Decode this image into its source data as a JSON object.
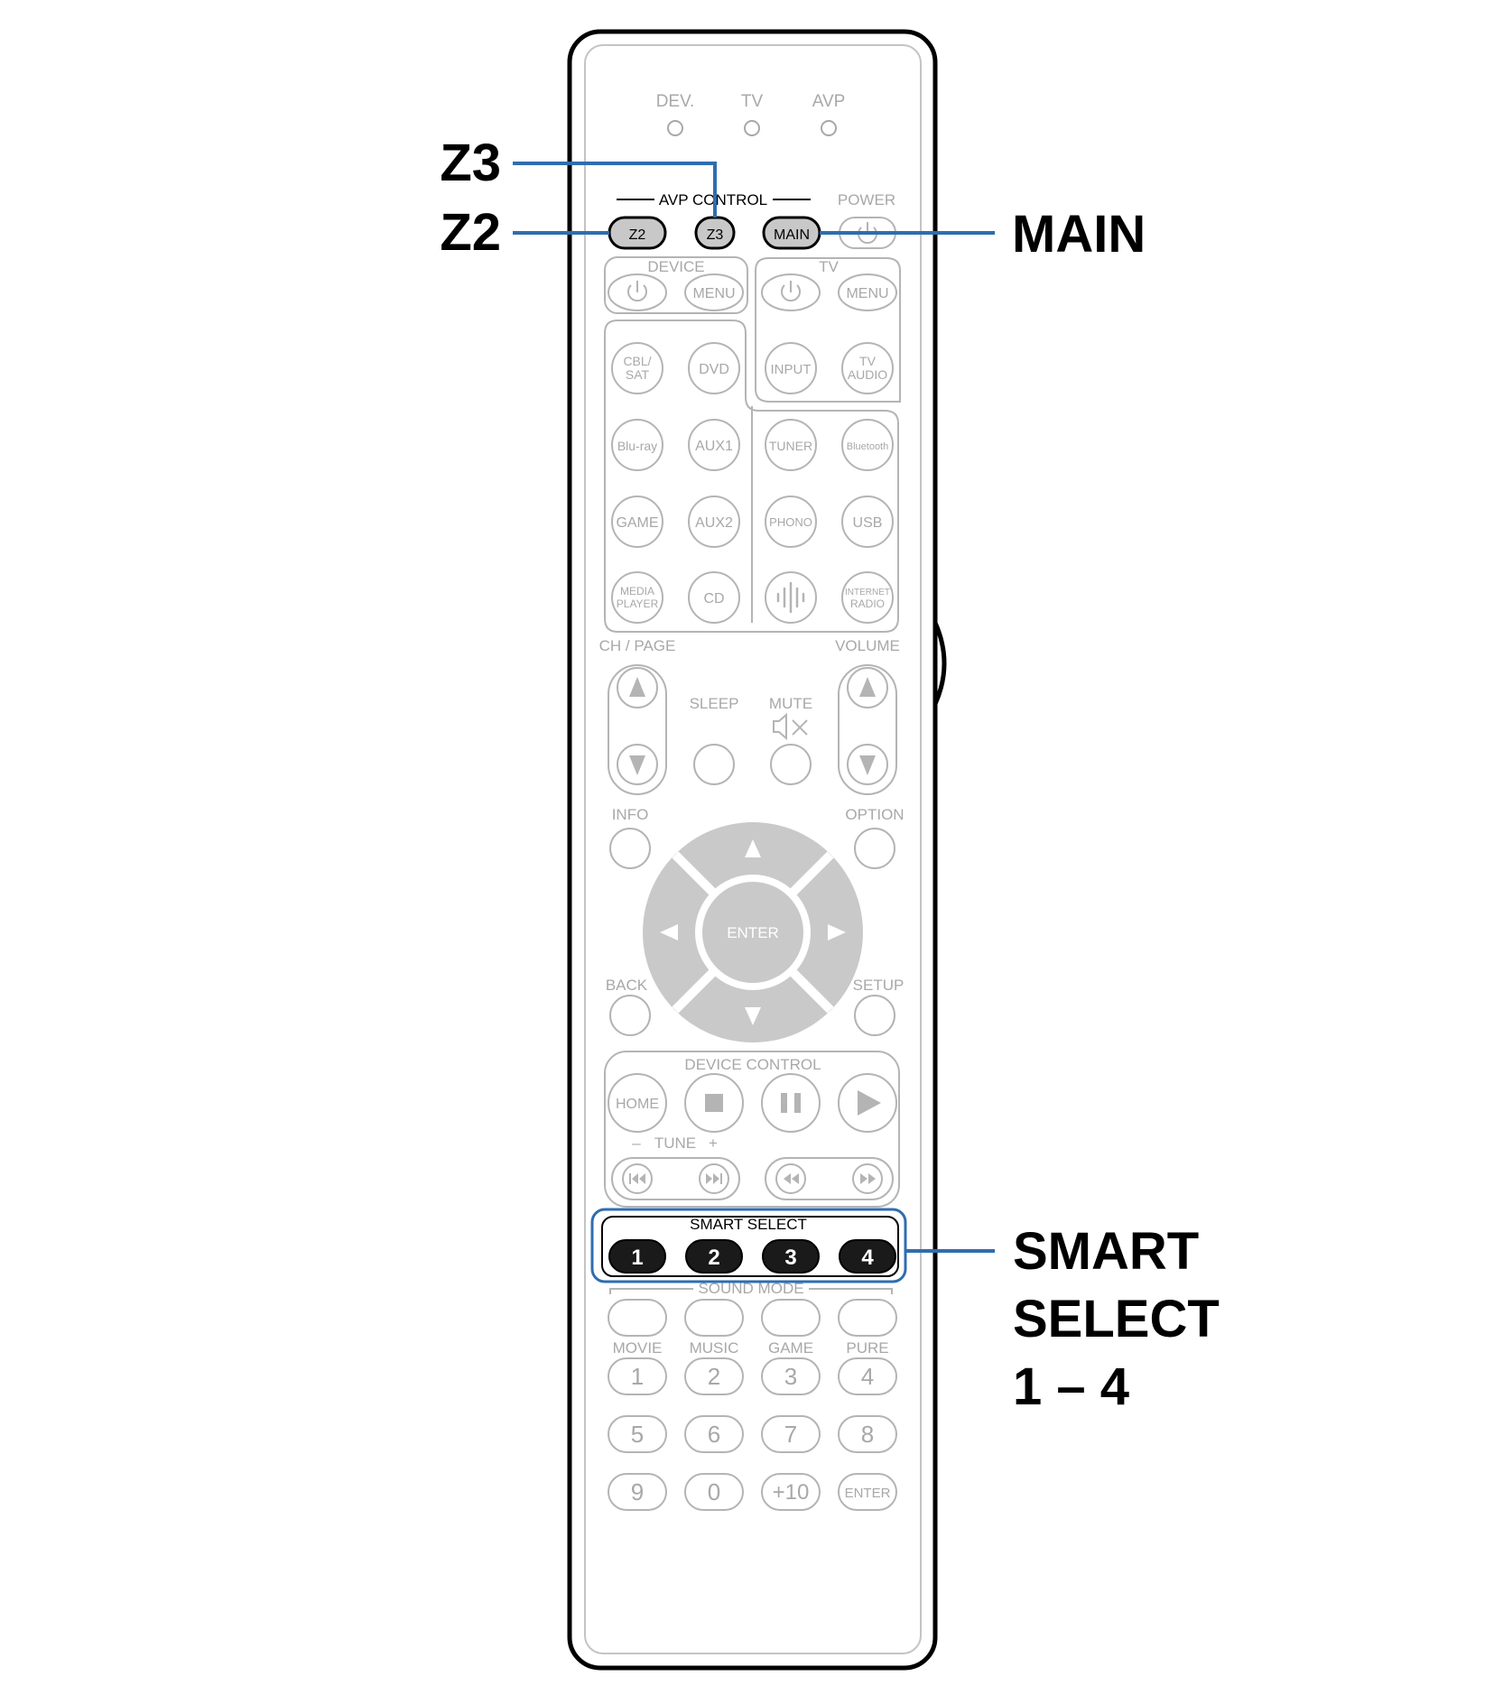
{
  "indicators": [
    "DEV.",
    "TV",
    "AVP"
  ],
  "avp_control": {
    "title": "AVP CONTROL",
    "z2": "Z2",
    "z3": "Z3",
    "main": "MAIN",
    "power": "POWER"
  },
  "device_group": {
    "title": "DEVICE",
    "menu": "MENU"
  },
  "tv_group": {
    "title": "TV",
    "menu": "MENU",
    "input": "INPUT",
    "tv_audio_1": "TV",
    "tv_audio_2": "AUDIO"
  },
  "sources": {
    "cbl_1": "CBL/",
    "cbl_2": "SAT",
    "dvd": "DVD",
    "bluray": "Blu-ray",
    "aux1": "AUX1",
    "tuner": "TUNER",
    "bluetooth": "Bluetooth",
    "game": "GAME",
    "aux2": "AUX2",
    "phono": "PHONO",
    "usb": "USB",
    "media_1": "MEDIA",
    "media_2": "PLAYER",
    "cd": "CD",
    "internet_1": "INTERNET",
    "internet_2": "RADIO"
  },
  "ch_page": "CH / PAGE",
  "volume": "VOLUME",
  "sleep": "SLEEP",
  "mute": "MUTE",
  "info": "INFO",
  "option": "OPTION",
  "enter": "ENTER",
  "back": "BACK",
  "setup": "SETUP",
  "device_control": {
    "title": "DEVICE CONTROL",
    "home": "HOME"
  },
  "tune": {
    "minus": "–",
    "label": "TUNE",
    "plus": "+"
  },
  "smart_select": {
    "title": "SMART SELECT",
    "buttons": [
      "1",
      "2",
      "3",
      "4"
    ]
  },
  "sound_mode": {
    "title": "SOUND MODE",
    "labels": [
      "MOVIE",
      "MUSIC",
      "GAME",
      "PURE"
    ]
  },
  "numpad": {
    "row1": [
      "1",
      "2",
      "3",
      "4"
    ],
    "row2": [
      "5",
      "6",
      "7",
      "8"
    ],
    "row3": [
      "9",
      "0",
      "+10",
      "ENTER"
    ]
  },
  "callouts": {
    "z3": "Z3",
    "z2": "Z2",
    "main": "MAIN",
    "smart_1": "SMART",
    "smart_2": "SELECT",
    "smart_3": "1 – 4"
  },
  "colors": {
    "outline": "#000000",
    "faded_line": "#b4b4b4",
    "faded_text": "#a8a8a8",
    "highlight_fill": "#c8c8c8",
    "callout_line": "#2f6db0",
    "smart_button_fill": "#1a1a1a",
    "dpad_fill": "#c9c9c9"
  }
}
